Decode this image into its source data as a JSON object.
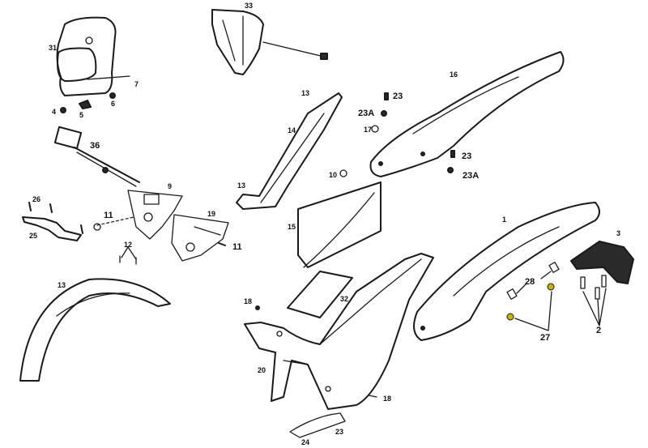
{
  "title": "Body panels exploded parts diagram",
  "colors": {
    "line": "#1a1a1a",
    "highlight": "#c8b400",
    "background": "#ffffff"
  },
  "labels": {
    "headlight_cowl": "31",
    "bolt_7": "7",
    "nut_6": "6",
    "clip_5": "5",
    "bolt_4": "4",
    "bracket_33": "33",
    "cable_36": "36",
    "side_cover_9": "9",
    "screw_26": "26",
    "bracket_25": "25",
    "bolt_11_left": "11",
    "clips_12": "12",
    "side_cover_19": "19",
    "bolt_11_right": "11",
    "screw_13_top": "13",
    "side_panel_14": "14",
    "screw_13_lower": "13",
    "rear_fender_16": "16",
    "grommet_23_top": "23",
    "nut_23a_top": "23A",
    "bolt_17": "17",
    "grommet_23_mid": "23",
    "nut_23a_mid": "23A",
    "bolt_10": "10",
    "panel_15": "15",
    "rear_fender_1": "1",
    "tail_3": "3",
    "spacer_28": "28",
    "bolt_27": "27",
    "bolt_2": "2",
    "screw_18_top": "18",
    "pad_32": "32",
    "frame_cover_20": "20",
    "screw_18_bottom": "18",
    "guard_24": "24",
    "grommet_23_bottom": "23",
    "front_fender_13": "13"
  }
}
